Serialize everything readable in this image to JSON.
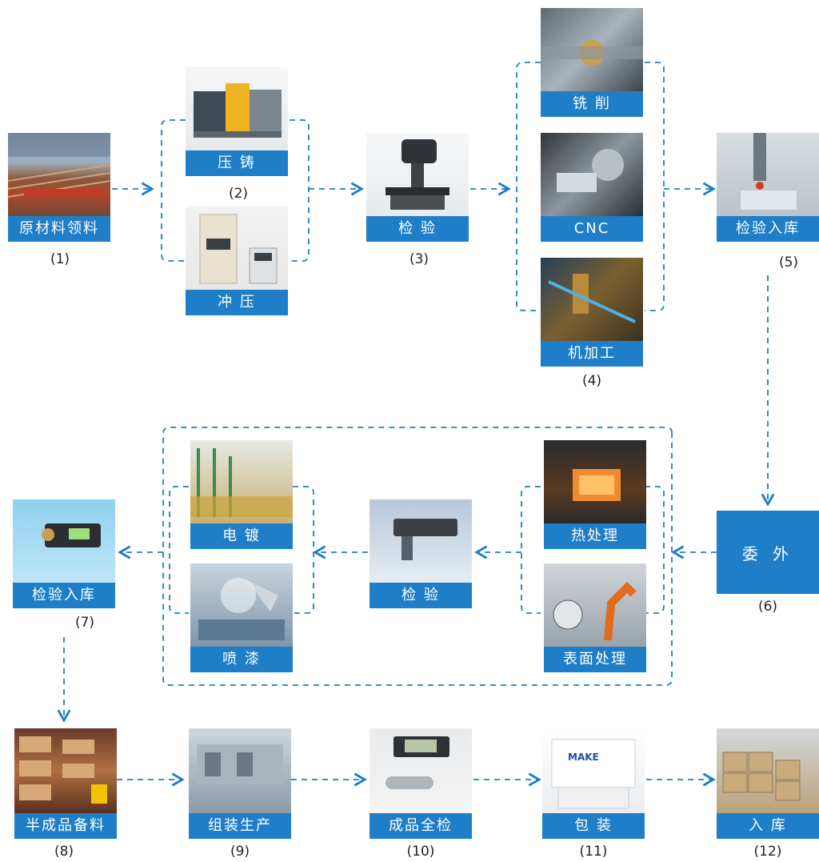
{
  "colors": {
    "accent": "#1e7ec8",
    "connector": "#1e7ec8",
    "text": "#222222"
  },
  "steps": {
    "s1": {
      "label": "原材料领料",
      "num": "(1)"
    },
    "s2a": {
      "label": "压 铸"
    },
    "s2b": {
      "label": "冲 压"
    },
    "s2_num": "(2)",
    "s3": {
      "label": "检 验",
      "num": "(3)"
    },
    "s4a": {
      "label": "铣 削"
    },
    "s4b": {
      "label": "CNC"
    },
    "s4c": {
      "label": "机加工"
    },
    "s4_num": "(4)",
    "s5": {
      "label": "检验入库",
      "num": "(5)"
    },
    "s6": {
      "label": "委 外",
      "num": "(6)"
    },
    "s6a": {
      "label": "热处理"
    },
    "s6b": {
      "label": "表面处理"
    },
    "s6c": {
      "label": "检 验"
    },
    "s6d": {
      "label": "电 镀"
    },
    "s6e": {
      "label": "喷 漆"
    },
    "s7": {
      "label": "检验入库",
      "num": "(7)"
    },
    "s8": {
      "label": "半成品备料",
      "num": "(8)"
    },
    "s9": {
      "label": "组装生产",
      "num": "(9)"
    },
    "s10": {
      "label": "成品全检",
      "num": "(10)"
    },
    "s11": {
      "label": "包 装",
      "num": "(11)"
    },
    "s12": {
      "label": "入 库",
      "num": "(12)"
    }
  },
  "photo_text": {
    "pack_brand": "MAKE"
  }
}
